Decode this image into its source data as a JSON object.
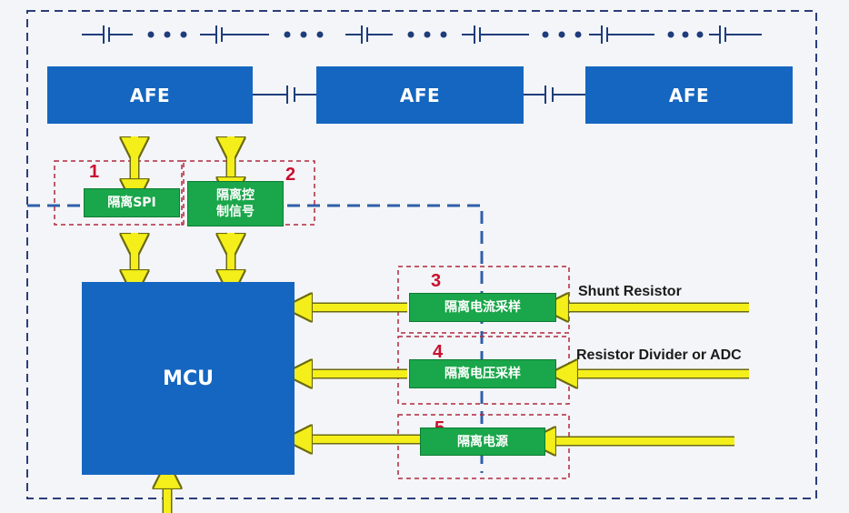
{
  "afe_blocks": [
    {
      "label": "AFE"
    },
    {
      "label": "AFE"
    },
    {
      "label": "AFE"
    }
  ],
  "mcu": {
    "label": "MCU"
  },
  "isolation_blocks": [
    {
      "number": "1",
      "label": "隔离SPI"
    },
    {
      "number": "2",
      "label_line1": "隔离控",
      "label_line2": "制信号"
    },
    {
      "number": "3",
      "label": "隔离电流采样"
    },
    {
      "number": "4",
      "label": "隔离电压采样"
    },
    {
      "number": "5",
      "label": "隔离电源"
    }
  ],
  "inputs": {
    "shunt": "Shunt Resistor",
    "divider": "Resistor Divider or ADC"
  },
  "colors": {
    "afe_blue": "#1566c0",
    "iso_green": "#1aa64a",
    "arrow_yellow": "#f4ef1a",
    "number_red": "#c8102e",
    "border_navy": "#2c3e78"
  }
}
